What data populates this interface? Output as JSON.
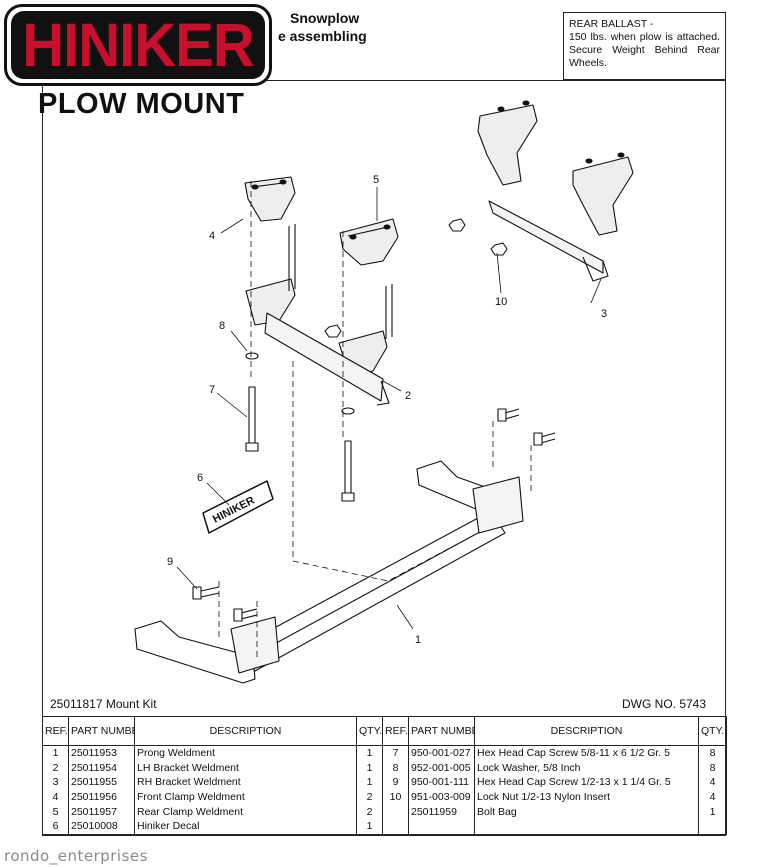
{
  "logo": {
    "brand": "HINIKER"
  },
  "title": "PLOW MOUNT",
  "header": {
    "line1": "Snowplow",
    "line2": "e assembling"
  },
  "ballast": {
    "title": "REAR BALLAST -",
    "body": "150 lbs. when plow is attached. Secure Weight Behind Rear Wheels."
  },
  "diagram": {
    "callouts": [
      "1",
      "2",
      "3",
      "4",
      "5",
      "6",
      "7",
      "8",
      "9",
      "10"
    ],
    "decal_text": "HINIKER"
  },
  "kit_label": "25011817 Mount Kit",
  "drawing_number": "DWG NO. 5743",
  "table": {
    "headers": {
      "ref_a": "REF. NO.",
      "part_a": "PART NUMBER",
      "desc_a": "DESCRIPTION",
      "qty_a": "QTY.",
      "ref_b": "REF. NO.",
      "part_b": "PART NUMBER",
      "desc_b": "DESCRIPTION",
      "qty_b": "QTY."
    },
    "rows": [
      {
        "ref": "1",
        "part": "25011953",
        "desc": "Prong Weldment",
        "qty": "1",
        "ref2": "7",
        "part2": "950-001-027",
        "desc2": "Hex Head Cap Screw 5/8-11 x 6 1/2 Gr. 5",
        "qty2": "8"
      },
      {
        "ref": "2",
        "part": "25011954",
        "desc": "LH Bracket Weldment",
        "qty": "1",
        "ref2": "8",
        "part2": "952-001-005",
        "desc2": "Lock Washer, 5/8 Inch",
        "qty2": "8"
      },
      {
        "ref": "3",
        "part": "25011955",
        "desc": "RH Bracket Weldment",
        "qty": "1",
        "ref2": "9",
        "part2": "950-001-111",
        "desc2": "Hex Head Cap Screw 1/2-13 x 1 1/4 Gr. 5",
        "qty2": "4"
      },
      {
        "ref": "4",
        "part": "25011956",
        "desc": "Front Clamp Weldment",
        "qty": "2",
        "ref2": "10",
        "part2": "951-003-009",
        "desc2": "Lock Nut 1/2-13 Nylon Insert",
        "qty2": "4"
      },
      {
        "ref": "5",
        "part": "25011957",
        "desc": "Rear Clamp Weldment",
        "qty": "2",
        "ref2": "",
        "part2": "25011959",
        "desc2": "Bolt Bag",
        "qty2": "1"
      },
      {
        "ref": "6",
        "part": "25010008",
        "desc": "Hiniker Decal",
        "qty": "1",
        "ref2": "",
        "part2": "",
        "desc2": "",
        "qty2": ""
      }
    ]
  },
  "watermark": "rondo_enterprises"
}
